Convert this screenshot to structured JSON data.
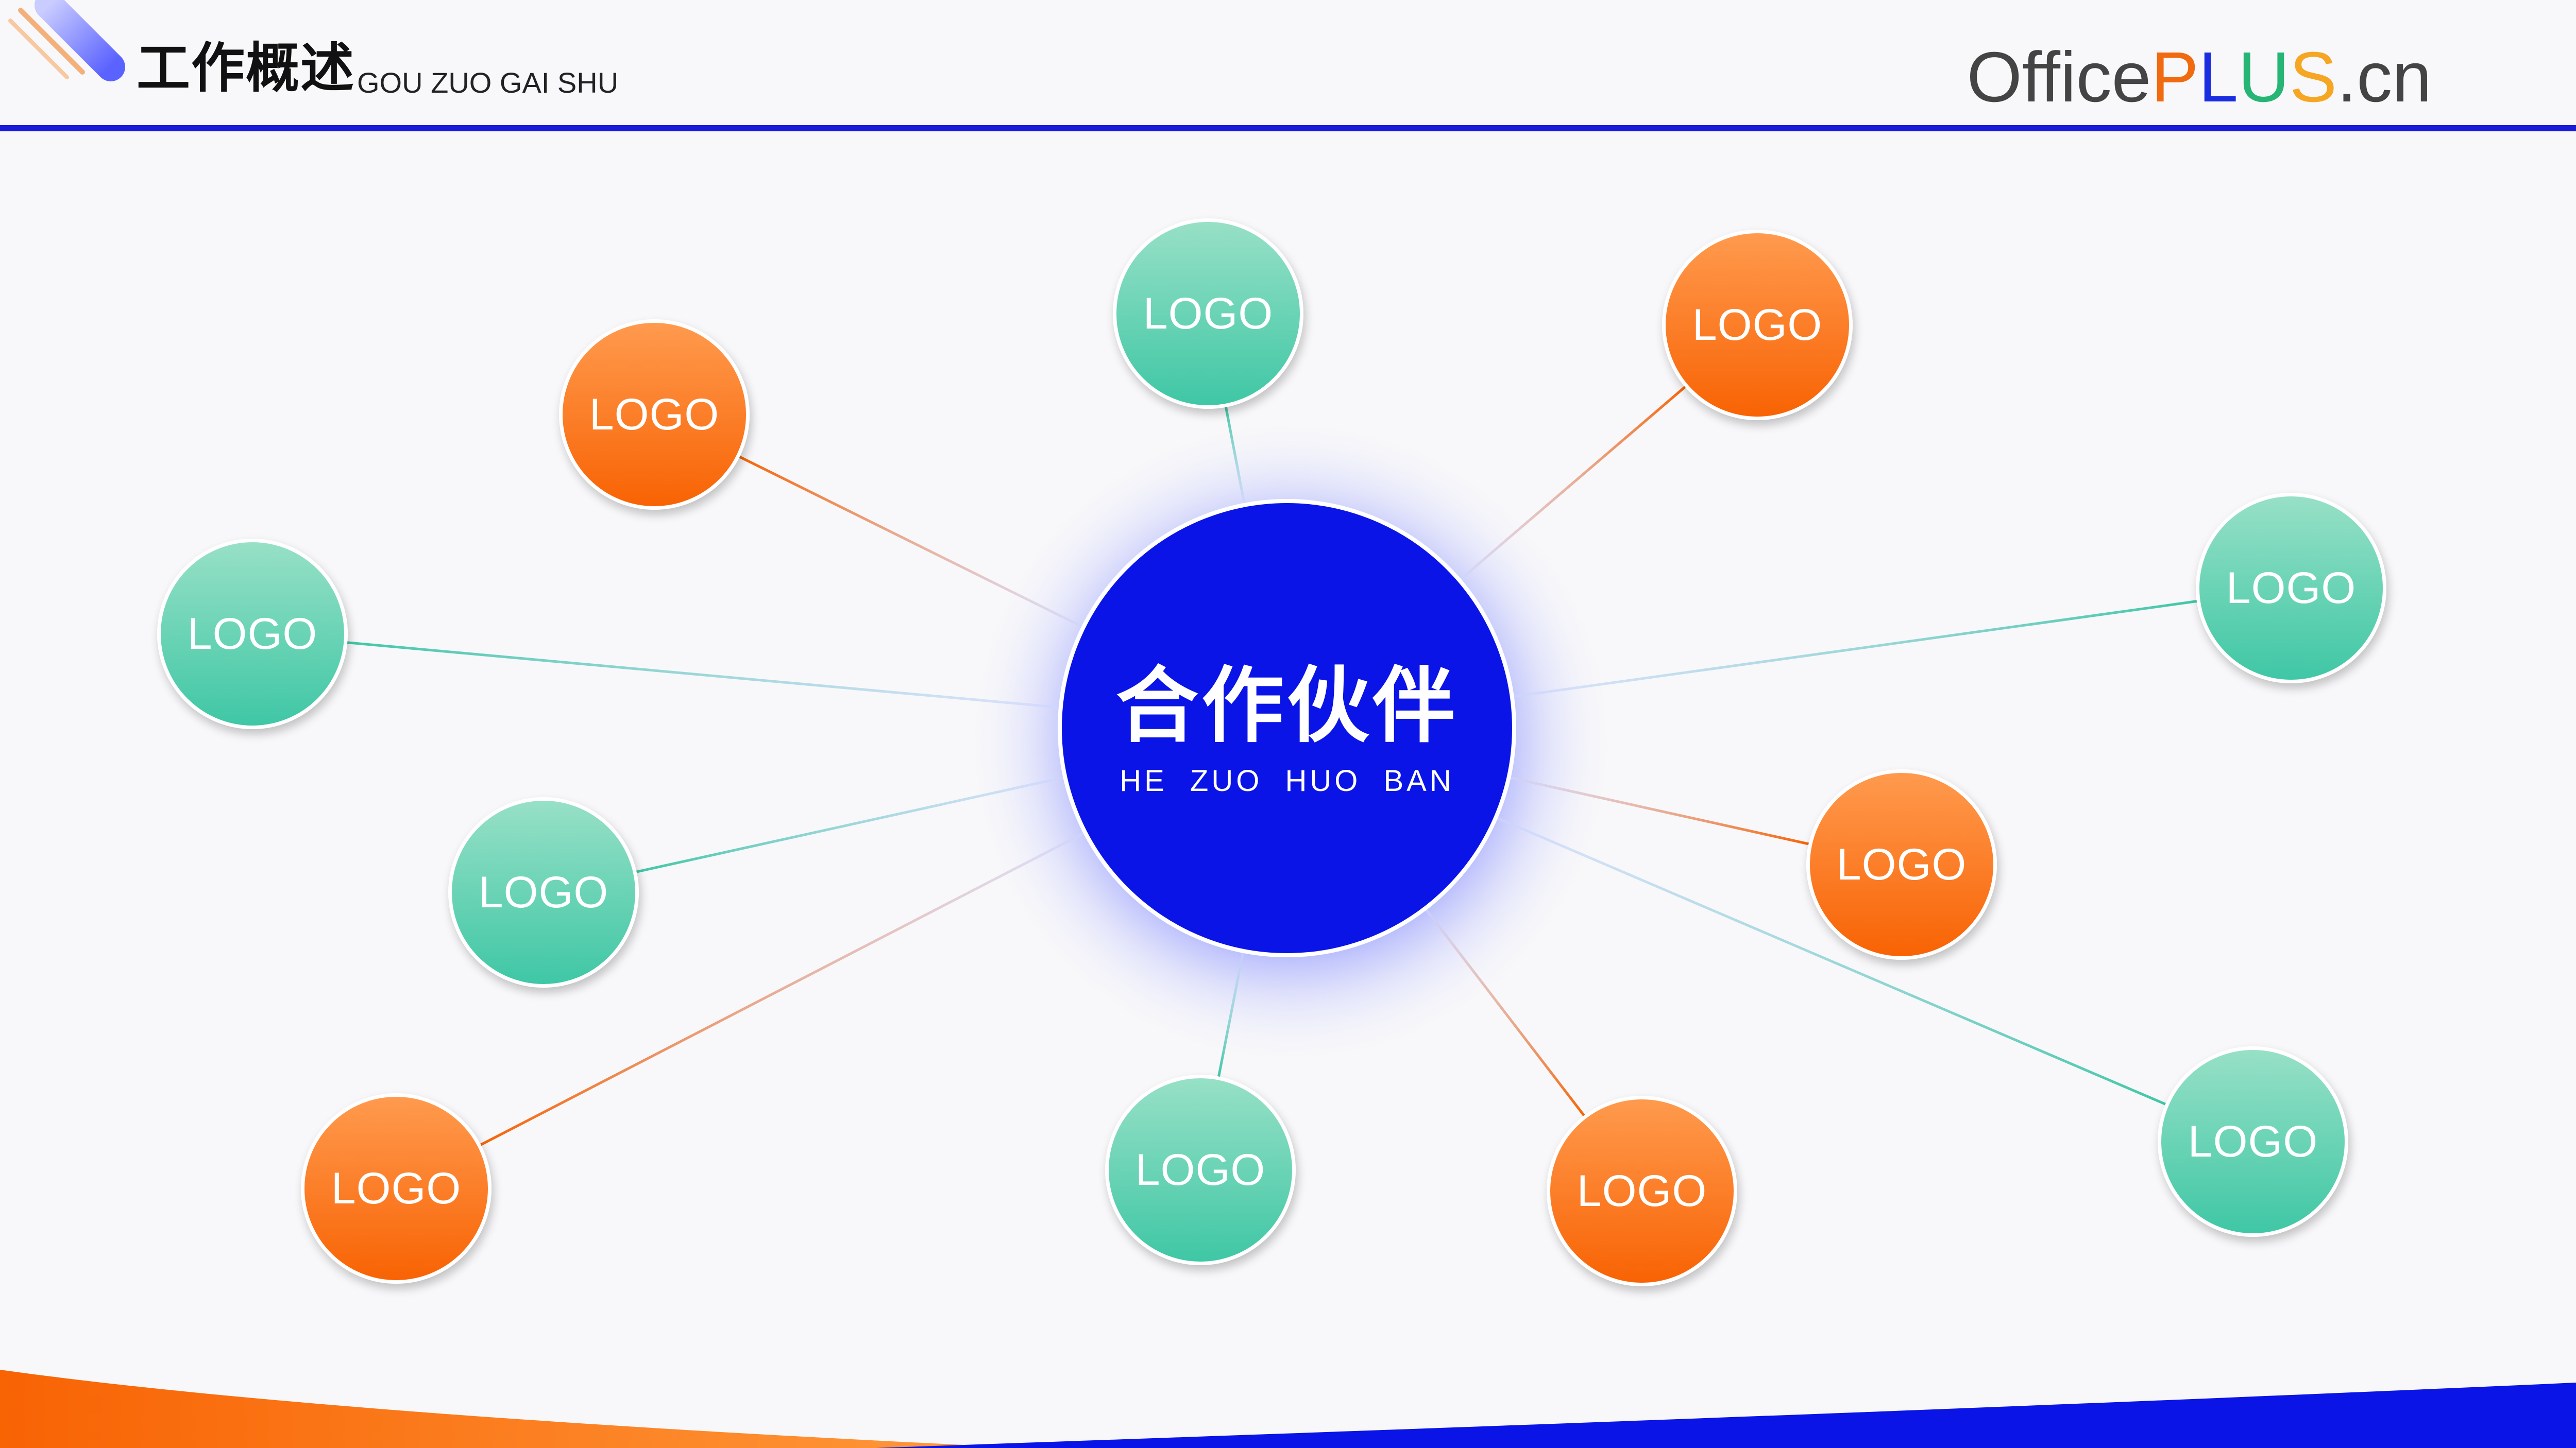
{
  "header": {
    "title": "工作概述",
    "subtitle": "GOU ZUO GAI SHU",
    "brand": {
      "prefix": "Office",
      "p": "P",
      "l": "L",
      "u": "U",
      "s": "S",
      "suffix": ".cn"
    }
  },
  "hub": {
    "title": "合作伙伴",
    "subtitle": "HE ZUO HUO BAN"
  },
  "nodes": [
    {
      "label": "LOGO",
      "style": "green"
    },
    {
      "label": "LOGO",
      "style": "orange"
    },
    {
      "label": "LOGO",
      "style": "orange"
    },
    {
      "label": "LOGO",
      "style": "green"
    },
    {
      "label": "LOGO",
      "style": "green"
    },
    {
      "label": "LOGO",
      "style": "green"
    },
    {
      "label": "LOGO",
      "style": "orange"
    },
    {
      "label": "LOGO",
      "style": "orange"
    },
    {
      "label": "LOGO",
      "style": "green"
    },
    {
      "label": "LOGO",
      "style": "orange"
    },
    {
      "label": "LOGO",
      "style": "green"
    }
  ],
  "colors": {
    "hub_blue": "#0a14e6",
    "header_rule": "#1a1ad8",
    "green_light": "#97e0c6",
    "green_dark": "#3fc7a5",
    "orange_light": "#ff9a4e",
    "orange_dark": "#f86304",
    "brand_gray": "#444444",
    "brand_p": "#f06a0f",
    "brand_l": "#1b2de0",
    "brand_u": "#27b576",
    "brand_s": "#f5a623"
  }
}
